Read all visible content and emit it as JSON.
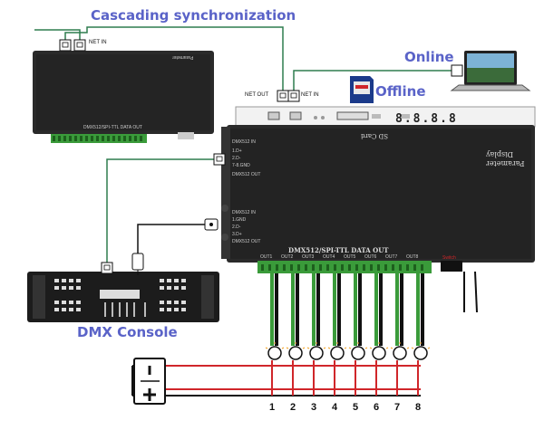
{
  "labels": {
    "cascading": "Cascading synchronization",
    "online": "Online",
    "offline": "Offline",
    "dmx_console": "DMX Console",
    "net_in": "NET IN",
    "net_out": "NET OUT",
    "data_out": "DMX512/SPI-TTL  DATA  OUT",
    "data_out_small": "DMX512/SPI-TTL DATA OUT",
    "parameter": "Parameter",
    "display": "Display",
    "sd_card": "SD Card",
    "seg_display": "8.8.8.8",
    "switch": "Switch",
    "dmx512_in": "DMX512 IN",
    "dmx512_out": "DMX512 OUT",
    "pin_d_plus": "1.D+",
    "pin_d_minus": "2.D-",
    "pin_gnd": "7-8.GND",
    "gnd1": "1.GND",
    "d_minus2": "2.D-",
    "d_plus3": "3.D+",
    "psu_minus": "-",
    "psu_plus": "+"
  },
  "outputs": [
    "OUT1",
    "OUT2",
    "OUT3",
    "OUT4",
    "OUT5",
    "OUT6",
    "OUT7",
    "OUT8"
  ],
  "light_numbers": [
    "1",
    "2",
    "3",
    "4",
    "5",
    "6",
    "7",
    "8"
  ],
  "colors": {
    "title": "#5a63c8",
    "line": "#2e7d4f",
    "wire_red": "#d0262a",
    "wire_green": "#3a9b3a",
    "device": "#2a2a2a"
  },
  "icons": [
    "laptop-icon",
    "sd-card-icon",
    "ethernet-port-icon",
    "xlr-connector-icon",
    "light-bulb-icon",
    "power-supply-icon"
  ]
}
